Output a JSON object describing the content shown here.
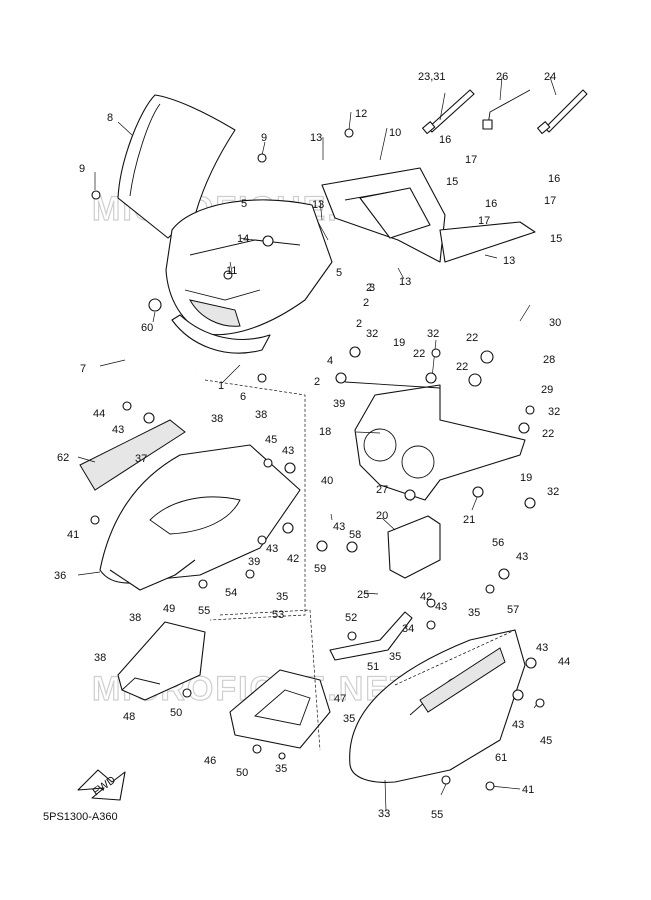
{
  "diagram": {
    "code": "5PS1300-A360",
    "watermark": "MICROFICHE.NET",
    "fwd_label": "FWD",
    "callouts": [
      {
        "id": "c1",
        "text": "1"
      },
      {
        "id": "c2a",
        "text": "2"
      },
      {
        "id": "c2b",
        "text": "2"
      },
      {
        "id": "c2c",
        "text": "2"
      },
      {
        "id": "c2d",
        "text": "2"
      },
      {
        "id": "c3",
        "text": "3"
      },
      {
        "id": "c4",
        "text": "4"
      },
      {
        "id": "c5a",
        "text": "5"
      },
      {
        "id": "c5b",
        "text": "5"
      },
      {
        "id": "c6",
        "text": "6"
      },
      {
        "id": "c7",
        "text": "7"
      },
      {
        "id": "c8",
        "text": "8"
      },
      {
        "id": "c9a",
        "text": "9"
      },
      {
        "id": "c9b",
        "text": "9"
      },
      {
        "id": "c10",
        "text": "10"
      },
      {
        "id": "c11",
        "text": "11"
      },
      {
        "id": "c12",
        "text": "12"
      },
      {
        "id": "c13a",
        "text": "13"
      },
      {
        "id": "c13b",
        "text": "13"
      },
      {
        "id": "c13c",
        "text": "13"
      },
      {
        "id": "c13d",
        "text": "13"
      },
      {
        "id": "c14",
        "text": "14"
      },
      {
        "id": "c15a",
        "text": "15"
      },
      {
        "id": "c15b",
        "text": "15"
      },
      {
        "id": "c16a",
        "text": "16"
      },
      {
        "id": "c16b",
        "text": "16"
      },
      {
        "id": "c16c",
        "text": "16"
      },
      {
        "id": "c17a",
        "text": "17"
      },
      {
        "id": "c17b",
        "text": "17"
      },
      {
        "id": "c17c",
        "text": "17"
      },
      {
        "id": "c18",
        "text": "18"
      },
      {
        "id": "c19a",
        "text": "19"
      },
      {
        "id": "c19b",
        "text": "19"
      },
      {
        "id": "c20",
        "text": "20"
      },
      {
        "id": "c21",
        "text": "21"
      },
      {
        "id": "c22a",
        "text": "22"
      },
      {
        "id": "c22b",
        "text": "22"
      },
      {
        "id": "c22c",
        "text": "22"
      },
      {
        "id": "c22d",
        "text": "22"
      },
      {
        "id": "c2331",
        "text": "23,31"
      },
      {
        "id": "c24",
        "text": "24"
      },
      {
        "id": "c25",
        "text": "25"
      },
      {
        "id": "c26",
        "text": "26"
      },
      {
        "id": "c27",
        "text": "27"
      },
      {
        "id": "c28",
        "text": "28"
      },
      {
        "id": "c29",
        "text": "29"
      },
      {
        "id": "c30",
        "text": "30"
      },
      {
        "id": "c32a",
        "text": "32"
      },
      {
        "id": "c32b",
        "text": "32"
      },
      {
        "id": "c32c",
        "text": "32"
      },
      {
        "id": "c32d",
        "text": "32"
      },
      {
        "id": "c33",
        "text": "33"
      },
      {
        "id": "c34",
        "text": "34"
      },
      {
        "id": "c35a",
        "text": "35"
      },
      {
        "id": "c35b",
        "text": "35"
      },
      {
        "id": "c35c",
        "text": "35"
      },
      {
        "id": "c35d",
        "text": "35"
      },
      {
        "id": "c35e",
        "text": "35"
      },
      {
        "id": "c36",
        "text": "36"
      },
      {
        "id": "c37",
        "text": "37"
      },
      {
        "id": "c38a",
        "text": "38"
      },
      {
        "id": "c38b",
        "text": "38"
      },
      {
        "id": "c38c",
        "text": "38"
      },
      {
        "id": "c38d",
        "text": "38"
      },
      {
        "id": "c39a",
        "text": "39"
      },
      {
        "id": "c39b",
        "text": "39"
      },
      {
        "id": "c40",
        "text": "40"
      },
      {
        "id": "c41a",
        "text": "41"
      },
      {
        "id": "c41b",
        "text": "41"
      },
      {
        "id": "c42a",
        "text": "42"
      },
      {
        "id": "c42b",
        "text": "42"
      },
      {
        "id": "c43a",
        "text": "43"
      },
      {
        "id": "c43b",
        "text": "43"
      },
      {
        "id": "c43c",
        "text": "43"
      },
      {
        "id": "c43d",
        "text": "43"
      },
      {
        "id": "c43e",
        "text": "43"
      },
      {
        "id": "c43f",
        "text": "43"
      },
      {
        "id": "c43g",
        "text": "43"
      },
      {
        "id": "c43h",
        "text": "43"
      },
      {
        "id": "c44a",
        "text": "44"
      },
      {
        "id": "c44b",
        "text": "44"
      },
      {
        "id": "c45a",
        "text": "45"
      },
      {
        "id": "c45b",
        "text": "45"
      },
      {
        "id": "c46",
        "text": "46"
      },
      {
        "id": "c47",
        "text": "47"
      },
      {
        "id": "c48",
        "text": "48"
      },
      {
        "id": "c49",
        "text": "49"
      },
      {
        "id": "c50a",
        "text": "50"
      },
      {
        "id": "c50b",
        "text": "50"
      },
      {
        "id": "c51",
        "text": "51"
      },
      {
        "id": "c52",
        "text": "52"
      },
      {
        "id": "c53",
        "text": "53"
      },
      {
        "id": "c54",
        "text": "54"
      },
      {
        "id": "c55a",
        "text": "55"
      },
      {
        "id": "c55b",
        "text": "55"
      },
      {
        "id": "c56",
        "text": "56"
      },
      {
        "id": "c57",
        "text": "57"
      },
      {
        "id": "c58",
        "text": "58"
      },
      {
        "id": "c59",
        "text": "59"
      },
      {
        "id": "c60",
        "text": "60"
      },
      {
        "id": "c61",
        "text": "61"
      },
      {
        "id": "c62",
        "text": "62"
      }
    ]
  }
}
